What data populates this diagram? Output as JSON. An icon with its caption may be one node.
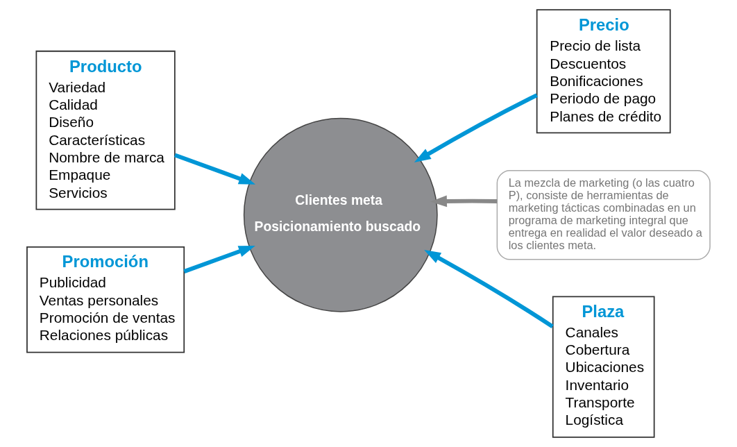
{
  "diagram": {
    "nodes": [
      {
        "text": [
          "Producto",
          "Variedad",
          "Calidad",
          "Diseño",
          "Características",
          "Nombre de marca",
          "Empaque",
          "Servicios"
        ]
      },
      {
        "text": [
          "Precio",
          "Precio de lista",
          "Descuentos",
          "Bonificaciones",
          "Periodo de pago",
          "Planes de crédito"
        ]
      },
      {
        "text": [
          "Clientes meta",
          "Posicionamiento buscado"
        ]
      },
      {
        "text": [
          "La mezcla de marketing (o las cuatro P), consiste de herramientas de marketing tácticas combinadas en un programa de marketing integral que entrega en realidad el valor deseado a los clientes meta."
        ]
      },
      {
        "text": [
          "Promoción",
          "Publicidad",
          "Ventas personales",
          "Promoción de ventas",
          "Relaciones públicas"
        ]
      },
      {
        "text": [
          "Plaza",
          "Canales",
          "Cobertura",
          "Ubicaciones",
          "Inventario",
          "Transporte",
          "Logística"
        ]
      }
    ],
    "edges": [
      {
        "from": 0,
        "to": 2,
        "arrow": "to"
      },
      {
        "from": 1,
        "to": 2,
        "arrow": "to"
      },
      {
        "from": 4,
        "to": 2,
        "arrow": "to"
      },
      {
        "from": 5,
        "to": 2,
        "arrow": "to"
      },
      {
        "from": 3,
        "to": 2,
        "arrow": "to",
        "color": "#888888"
      }
    ]
  }
}
